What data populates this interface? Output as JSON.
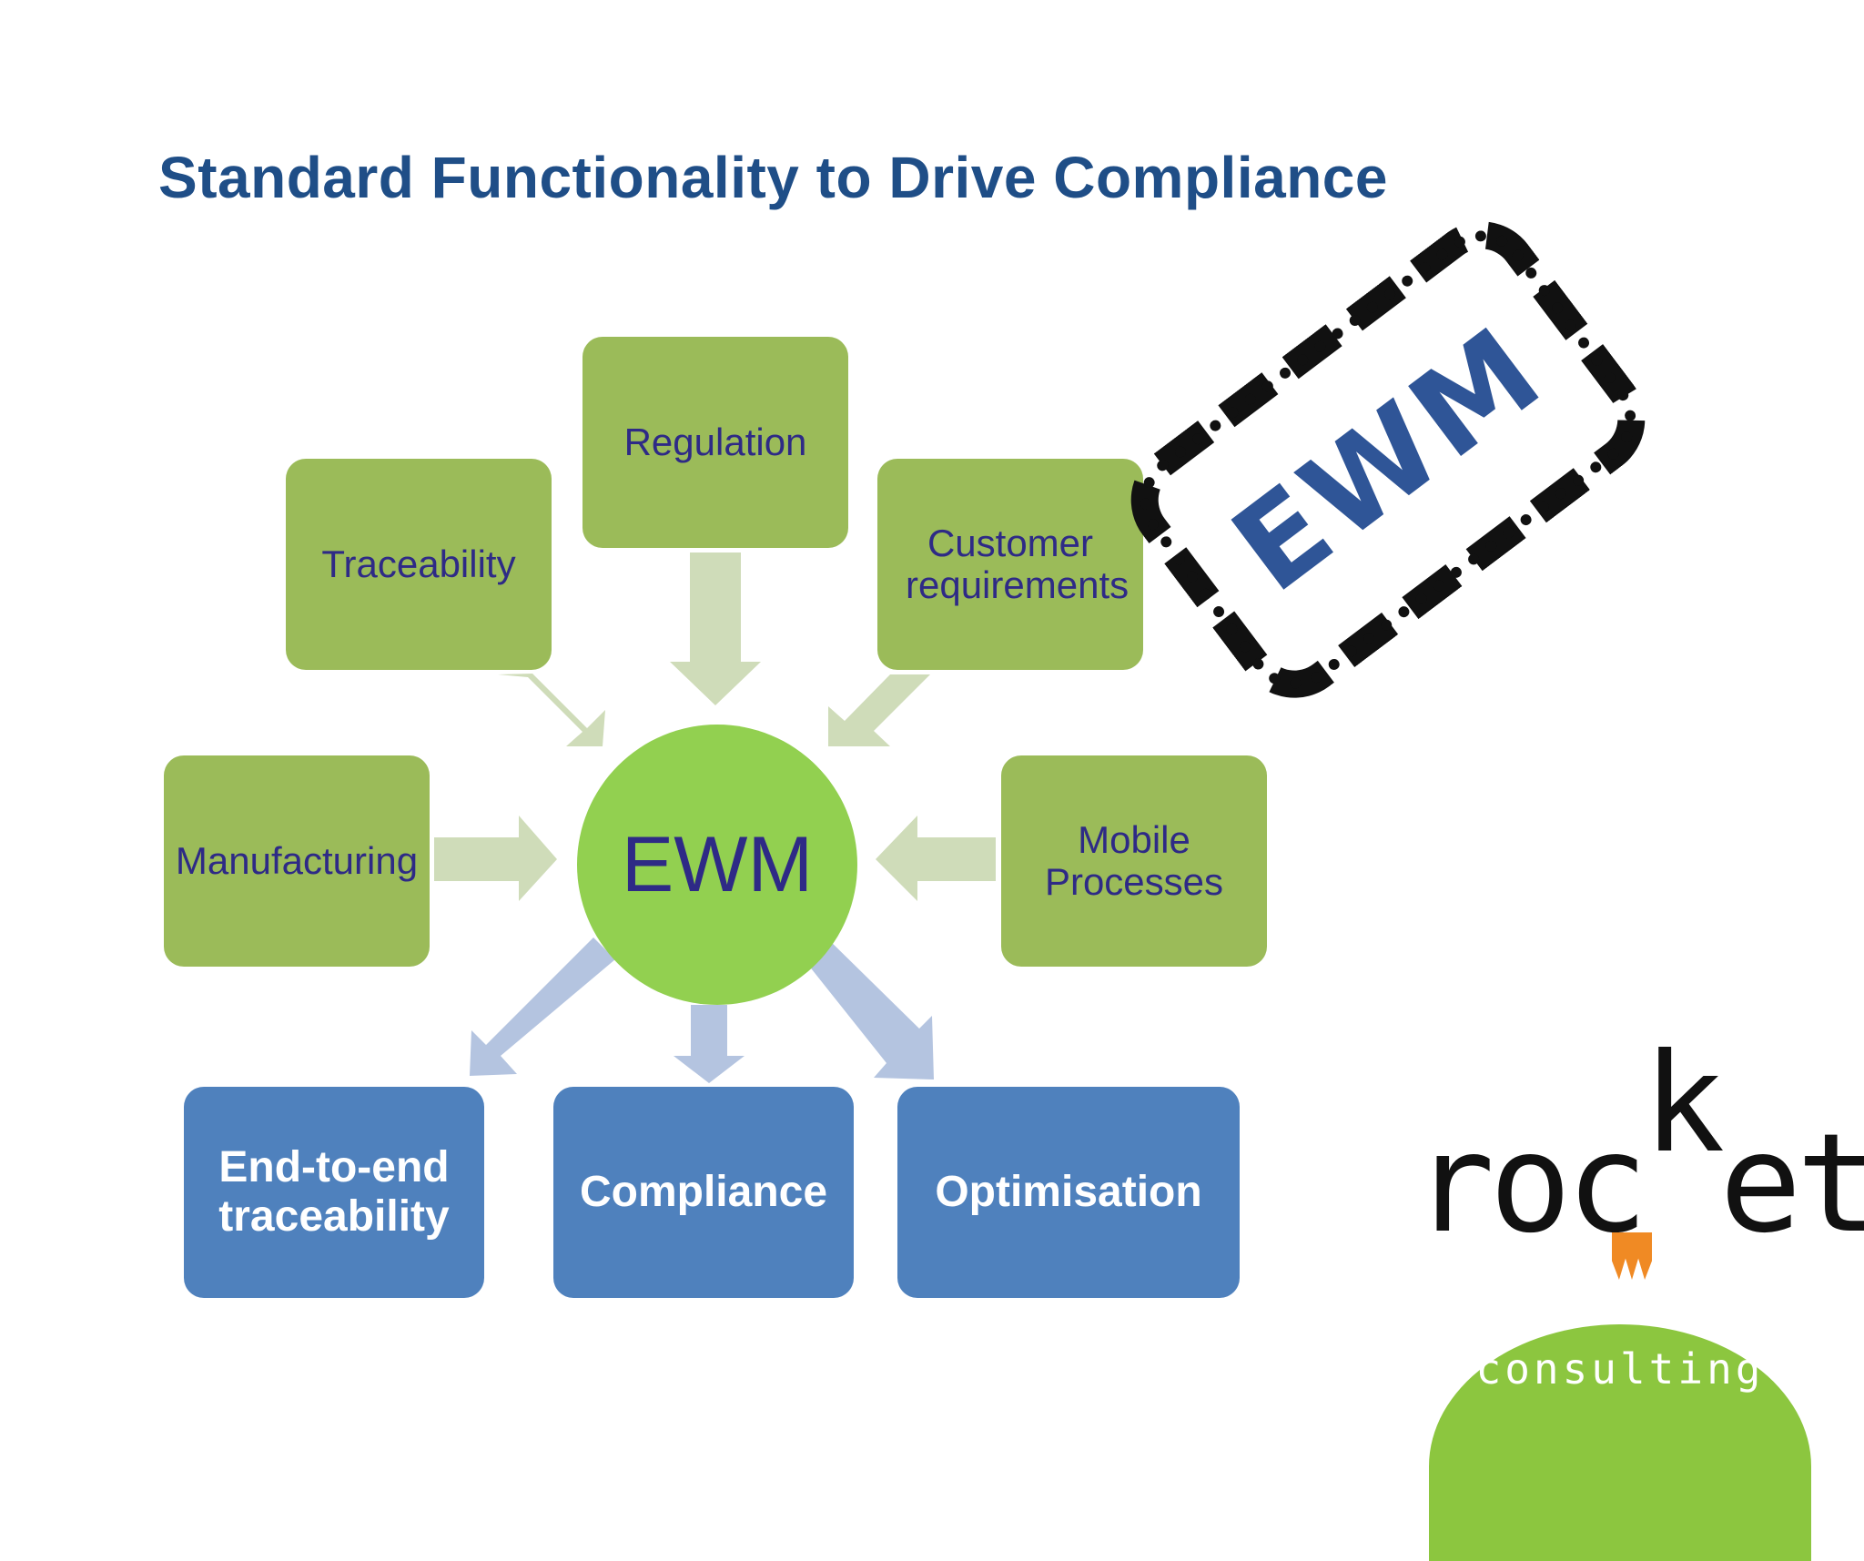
{
  "title": "Standard Functionality to Drive Compliance",
  "center": {
    "label": "EWM"
  },
  "inputs": [
    {
      "id": "regulation",
      "label": "Regulation"
    },
    {
      "id": "traceability",
      "label": "Traceability"
    },
    {
      "id": "customer-requirements",
      "label": "Customer requirements"
    },
    {
      "id": "manufacturing",
      "label": "Manufacturing"
    },
    {
      "id": "mobile-processes",
      "label": "Mobile Processes"
    }
  ],
  "outputs": [
    {
      "id": "end-to-end-traceability",
      "label": "End-to-end traceability"
    },
    {
      "id": "compliance",
      "label": "Compliance"
    },
    {
      "id": "optimisation",
      "label": "Optimisation"
    }
  ],
  "stamp": {
    "label": "EWM"
  },
  "logo": {
    "word_start": "roc",
    "letter_k": "k",
    "word_end": "et",
    "subtitle": "consulting"
  },
  "colors": {
    "title": "#1f4e87",
    "input_box": "#9bbb59",
    "center_circle": "#92d050",
    "output_box": "#4f81bd",
    "input_arrow": "#cfdcb9",
    "output_arrow": "#b4c4e0"
  }
}
